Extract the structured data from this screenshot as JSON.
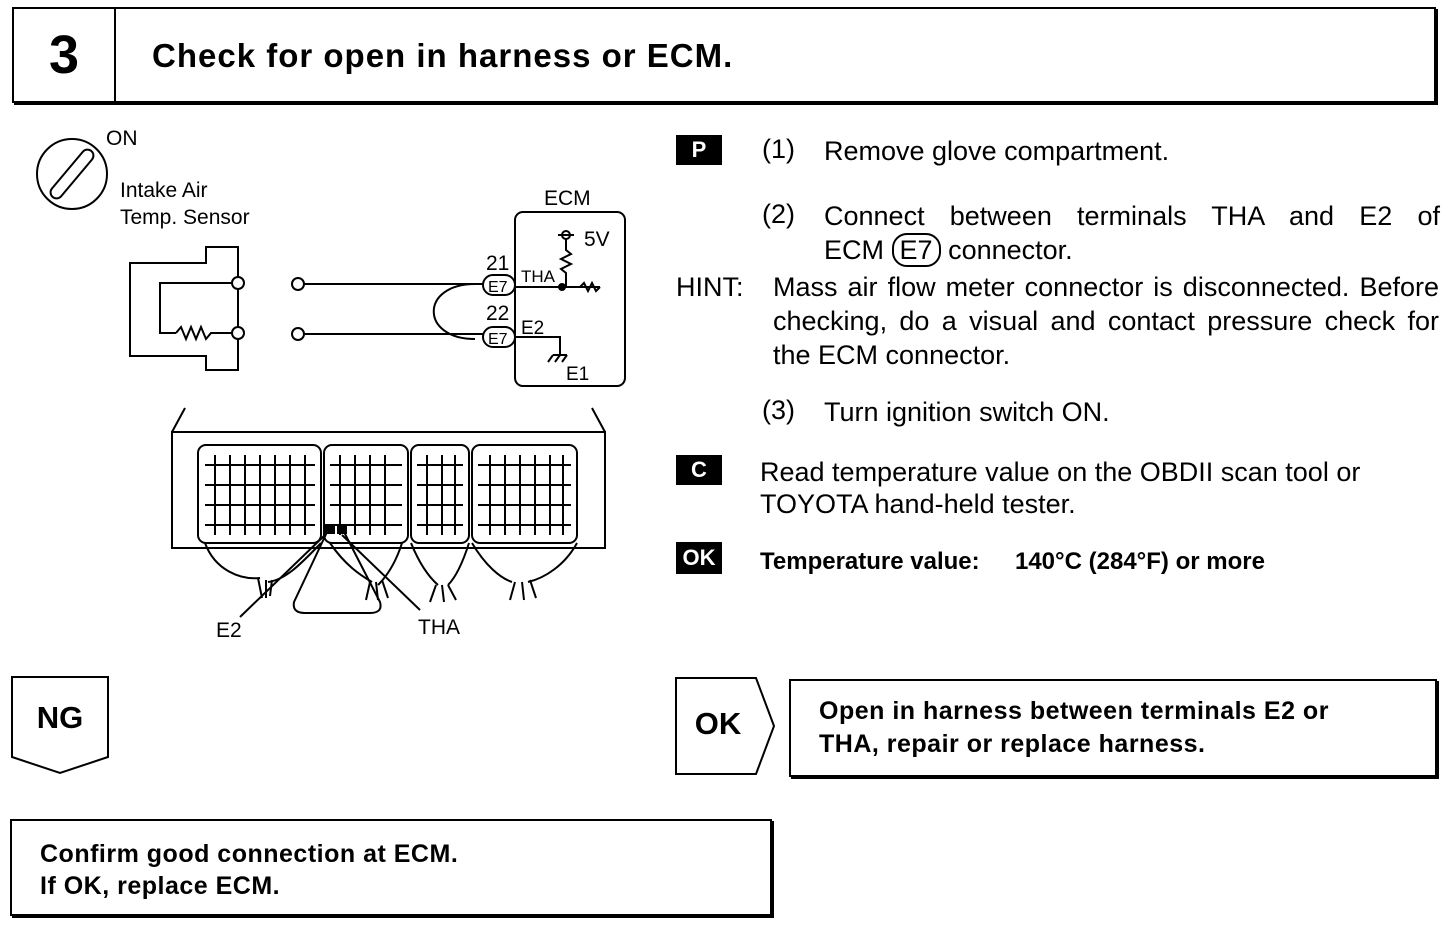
{
  "header": {
    "step_number": "3",
    "title": "Check for open in harness or ECM."
  },
  "diagram": {
    "ignition_label": "ON",
    "sensor_label_line1": "Intake Air",
    "sensor_label_line2": "Temp. Sensor",
    "ecm_label": "ECM",
    "voltage_label": "5V",
    "pin_tha_number": "21",
    "pin_e2_number": "22",
    "connector_label": "E7",
    "tha_label": "THA",
    "e2_label": "E2",
    "e1_label": "E1",
    "bottom_e2_label": "E2",
    "bottom_tha_label": "THA"
  },
  "procedure": {
    "p_tag": "P",
    "step1_num": "(1)",
    "step1_text": "Remove glove compartment.",
    "step2_num": "(2)",
    "step2_line1": "Connect between terminals THA and E2 of",
    "step2_line2_pre": "ECM",
    "step2_connector": "E7",
    "step2_line2_post": "connector.",
    "hint_label": "HINT:",
    "hint_text": "Mass air flow meter connector is disconnected. Before checking, do a visual and contact pressure check for the ECM connector.",
    "step3_num": "(3)",
    "step3_text": "Turn ignition switch ON.",
    "c_tag": "C",
    "check_line1": "Read temperature value on the OBDII scan tool or",
    "check_line2": "TOYOTA hand-held tester.",
    "ok_tag": "OK",
    "ok_label": "Temperature value:",
    "ok_value": "140°C (284°F) or more"
  },
  "results": {
    "ng_label": "NG",
    "ok_label": "OK",
    "ok_result_line1": "Open in harness between terminals E2 or",
    "ok_result_line2": "THA, repair or replace harness.",
    "ng_result_line1": "Confirm good connection at ECM.",
    "ng_result_line2": "If OK, replace ECM."
  }
}
